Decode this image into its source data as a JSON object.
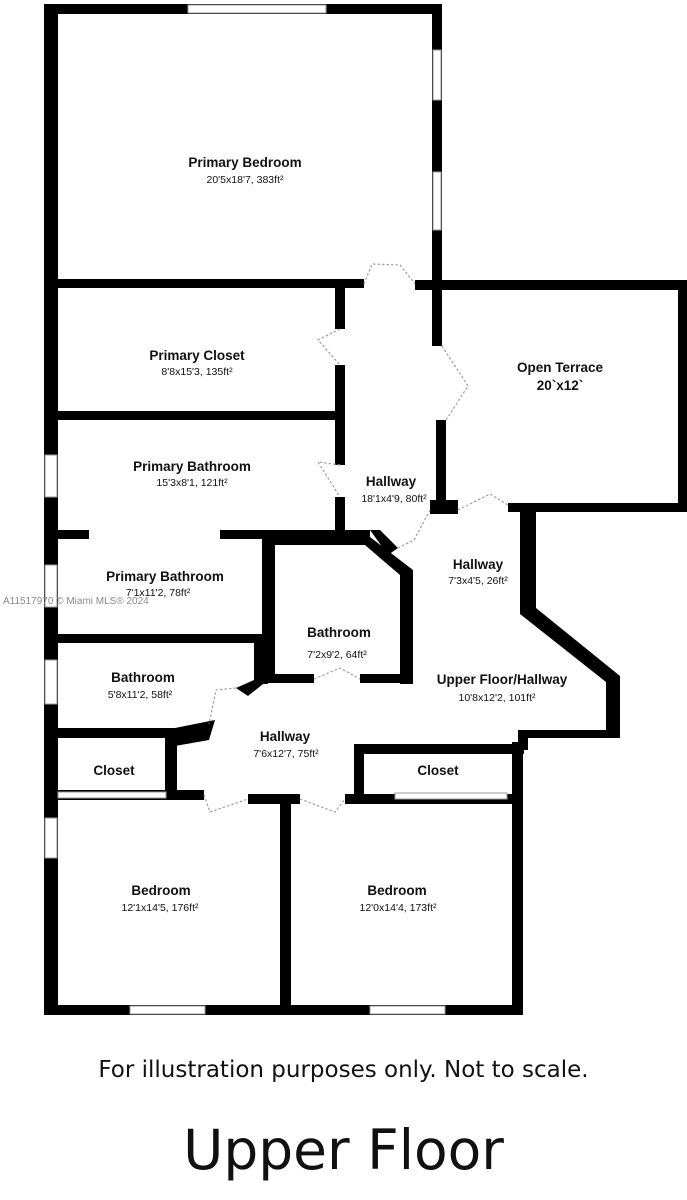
{
  "rooms": [
    {
      "name": "Primary Bedroom",
      "dims": "20'5x18'7, 383ft²"
    },
    {
      "name": "Primary Closet",
      "dims": "8'8x15'3, 135ft²"
    },
    {
      "name": "Open Terrace",
      "dims": "20`x12`"
    },
    {
      "name": "Primary Bathroom",
      "dims": "15'3x8'1, 121ft²"
    },
    {
      "name": "Hallway",
      "dims": "18'1x4'9, 80ft²"
    },
    {
      "name": "Hallway",
      "dims": "7'3x4'5, 26ft²"
    },
    {
      "name": "Primary Bathroom",
      "dims": "7'1x11'2, 78ft²"
    },
    {
      "name": "Bathroom",
      "dims": "7'2x9'2, 64ft²"
    },
    {
      "name": "Bathroom",
      "dims": "5'8x11'2, 58ft²"
    },
    {
      "name": "Upper Floor/Hallway",
      "dims": "10'8x12'2, 101ft²"
    },
    {
      "name": "Hallway",
      "dims": "7'6x12'7, 75ft²"
    },
    {
      "name": "Closet",
      "dims": ""
    },
    {
      "name": "Closet",
      "dims": ""
    },
    {
      "name": "Bedroom",
      "dims": "12'1x14'5, 176ft²"
    },
    {
      "name": "Bedroom",
      "dims": "12'0x14'4, 173ft²"
    }
  ],
  "watermark": "A11517970 © Miami MLS® 2024",
  "disclaimer": "For illustration purposes only. Not to scale.",
  "floor_title": "Upper Floor"
}
